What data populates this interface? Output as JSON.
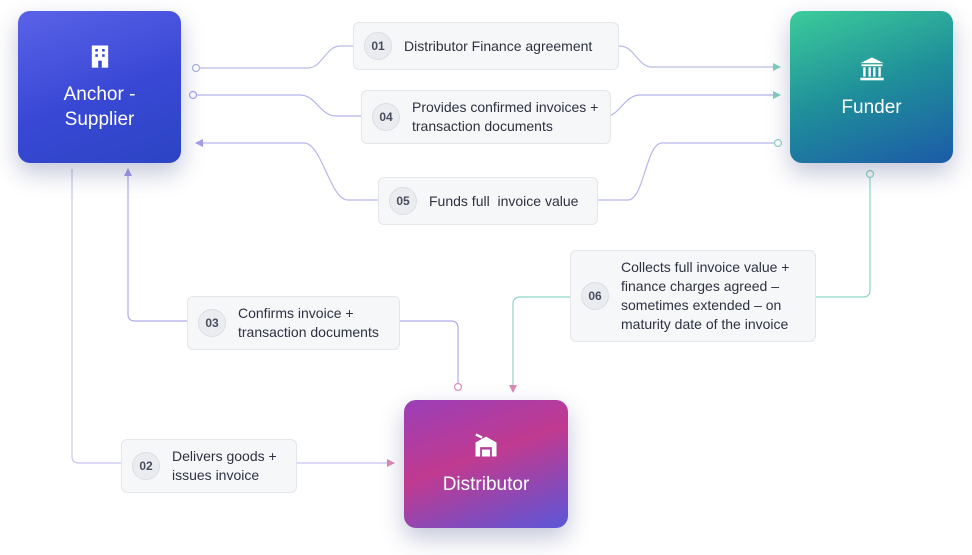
{
  "nodes": {
    "anchor": {
      "label": "Anchor - Supplier",
      "icon": "office-building-icon"
    },
    "funder": {
      "label": "Funder",
      "icon": "bank-icon"
    },
    "distributor": {
      "label": "Distributor",
      "icon": "warehouse-icon"
    }
  },
  "steps": [
    {
      "number": "01",
      "text": "Distributor Finance agreement",
      "from": "anchor",
      "to": "funder"
    },
    {
      "number": "02",
      "text": "Delivers goods + issues invoice",
      "from": "anchor",
      "to": "distributor"
    },
    {
      "number": "03",
      "text": "Confirms invoice + transaction documents",
      "from": "distributor",
      "to": "anchor"
    },
    {
      "number": "04",
      "text": "Provides confirmed invoices + transaction documents",
      "from": "anchor",
      "to": "funder"
    },
    {
      "number": "05",
      "text": "Funds full  invoice value",
      "from": "funder",
      "to": "anchor"
    },
    {
      "number": "06",
      "text": "Collects full invoice value + finance charges agreed – sometimes extended – on maturity date of the invoice",
      "from": "funder",
      "to": "distributor"
    }
  ],
  "colors": {
    "anchor_gradient": [
      "#5a62e8",
      "#2c44c4"
    ],
    "funder_gradient": [
      "#3ccc9a",
      "#1c5aa8"
    ],
    "distributor_gradient": [
      "#c03a90",
      "#5b56d8"
    ],
    "line_purple": "#a9a6ea",
    "line_teal": "#8fd6c4",
    "line_pink": "#dc8fb8"
  }
}
